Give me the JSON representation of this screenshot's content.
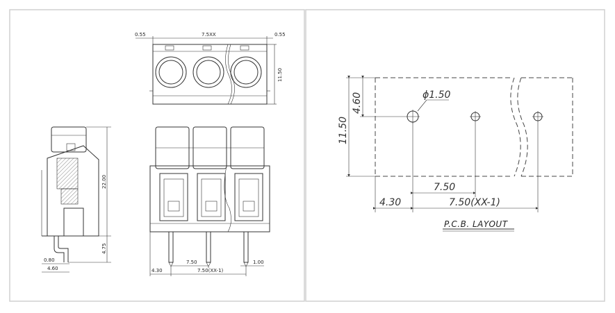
{
  "left_drawing": {
    "top_view": {
      "dim_left": "0.55",
      "dim_center": "7.5XX",
      "dim_right": "0.55",
      "dim_height": "11.50"
    },
    "side_view": {
      "dim_total_height": "22.00",
      "dim_pin_length": "4.75",
      "dim_pin_width": "0.80",
      "dim_pin_offset": "4.60"
    },
    "front_view": {
      "dim_first_pin": "4.30",
      "dim_pitch": "7.50",
      "dim_span": "7.50(XX-1)",
      "dim_pin_dia": "1.00"
    }
  },
  "pcb_layout": {
    "dim_hole_offset_y": "4.60",
    "dim_hole_dia": "ϕ1.50",
    "dim_body_height": "11.50",
    "dim_pitch": "7.50",
    "dim_first_hole": "4.30",
    "dim_span": "7.50(XX-1)",
    "title": "P.C.B. LAYOUT"
  }
}
